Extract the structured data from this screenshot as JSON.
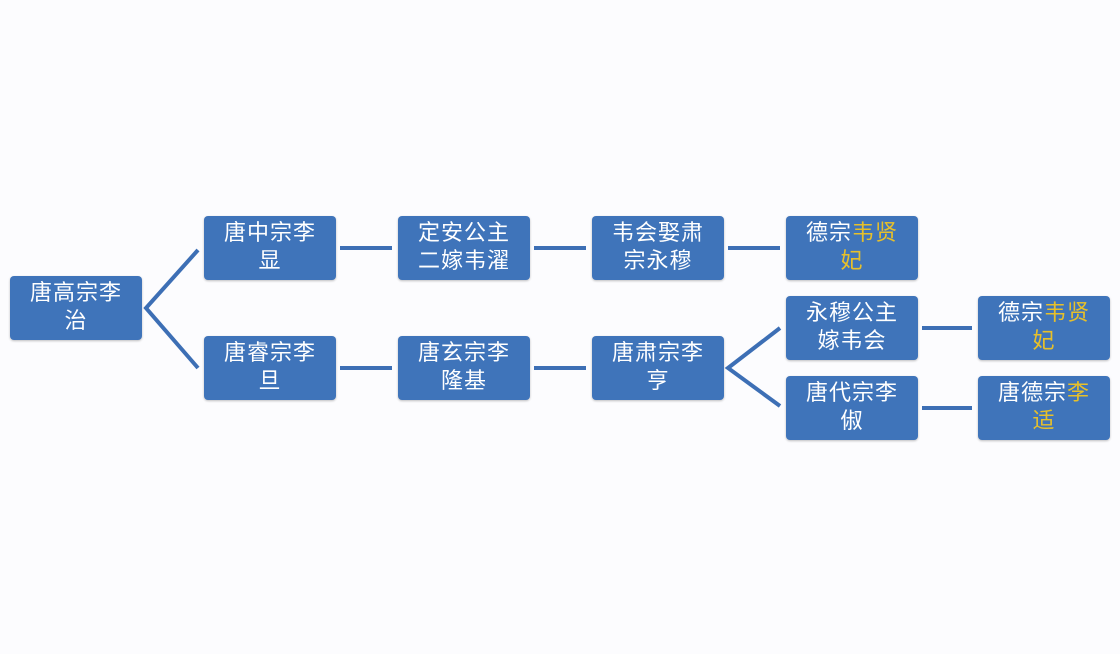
{
  "nodes": {
    "gaozong": {
      "line1": "唐高宗李",
      "line2": "治"
    },
    "zhongzong": {
      "line1": "唐中宗李",
      "line2": "显"
    },
    "ruizong": {
      "line1": "唐睿宗李",
      "line2": "旦"
    },
    "dingan": {
      "line1": "定安公主",
      "line2": "二嫁韦濯"
    },
    "xuanzong": {
      "line1": "唐玄宗李",
      "line2": "隆基"
    },
    "weihui": {
      "line1": "韦会娶肃",
      "line2": "宗永穆"
    },
    "suzong": {
      "line1": "唐肃宗李",
      "line2": "亨"
    },
    "dezong_wei_1": {
      "plain": "德宗",
      "highlight": "韦贤",
      "line2": "妃"
    },
    "yongmu": {
      "line1": "永穆公主",
      "line2": "嫁韦会"
    },
    "daizong": {
      "line1": "唐代宗李",
      "line2": "俶"
    },
    "dezong_wei_2": {
      "plain": "德宗",
      "highlight": "韦贤",
      "line2": "妃"
    },
    "dezong": {
      "plain": "唐德宗",
      "highlight": "李",
      "line2": "适"
    }
  },
  "colors": {
    "box": "#3f74ba",
    "line": "#3d6fb5",
    "highlight": "#e7c02a"
  }
}
